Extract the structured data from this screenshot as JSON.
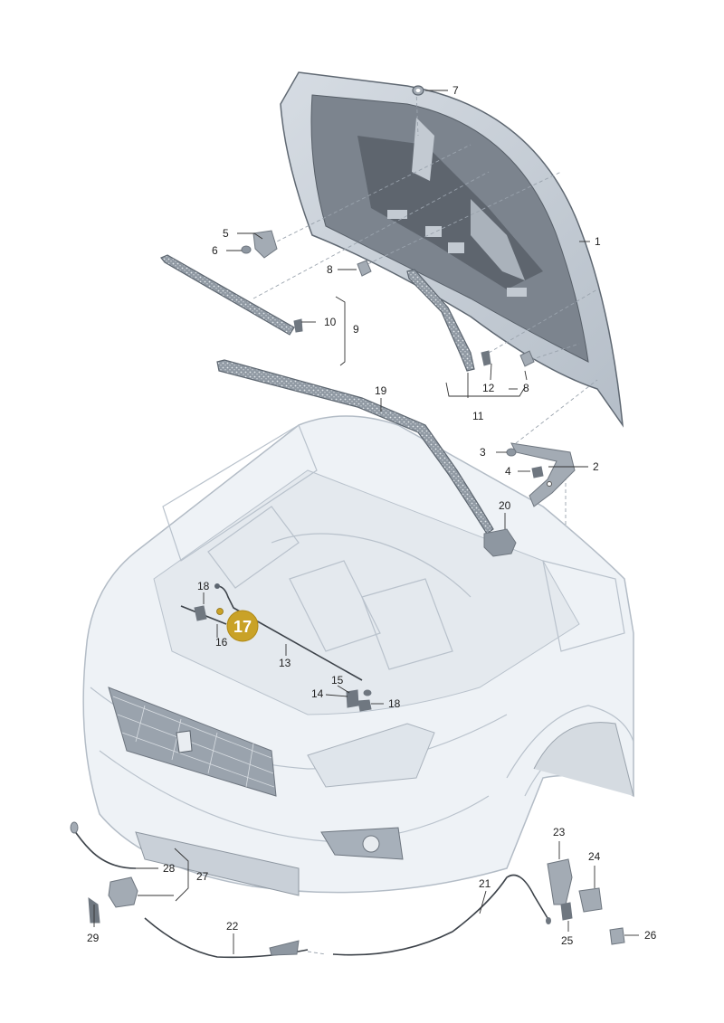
{
  "callouts": [
    {
      "id": "1",
      "text": "1"
    },
    {
      "id": "2",
      "text": "2"
    },
    {
      "id": "3",
      "text": "3"
    },
    {
      "id": "4",
      "text": "4"
    },
    {
      "id": "5",
      "text": "5"
    },
    {
      "id": "6",
      "text": "6"
    },
    {
      "id": "7",
      "text": "7"
    },
    {
      "id": "8a",
      "text": "8"
    },
    {
      "id": "8b",
      "text": "8"
    },
    {
      "id": "9",
      "text": "9"
    },
    {
      "id": "10",
      "text": "10"
    },
    {
      "id": "11",
      "text": "11"
    },
    {
      "id": "12",
      "text": "12"
    },
    {
      "id": "13",
      "text": "13"
    },
    {
      "id": "14",
      "text": "14"
    },
    {
      "id": "15",
      "text": "15"
    },
    {
      "id": "16",
      "text": "16"
    },
    {
      "id": "18a",
      "text": "18"
    },
    {
      "id": "18b",
      "text": "18"
    },
    {
      "id": "19",
      "text": "19"
    },
    {
      "id": "20",
      "text": "20"
    },
    {
      "id": "21",
      "text": "21"
    },
    {
      "id": "22",
      "text": "22"
    },
    {
      "id": "23",
      "text": "23"
    },
    {
      "id": "24",
      "text": "24"
    },
    {
      "id": "25",
      "text": "25"
    },
    {
      "id": "26",
      "text": "26"
    },
    {
      "id": "27",
      "text": "27"
    },
    {
      "id": "28",
      "text": "28"
    },
    {
      "id": "29",
      "text": "29"
    }
  ],
  "highlight": {
    "text": "17",
    "color": "#c9a227"
  },
  "colors": {
    "body": "#eef2f6",
    "hood": "#c9d1da",
    "hood_inner": "#6a727c",
    "parts": "#a3abb4"
  }
}
